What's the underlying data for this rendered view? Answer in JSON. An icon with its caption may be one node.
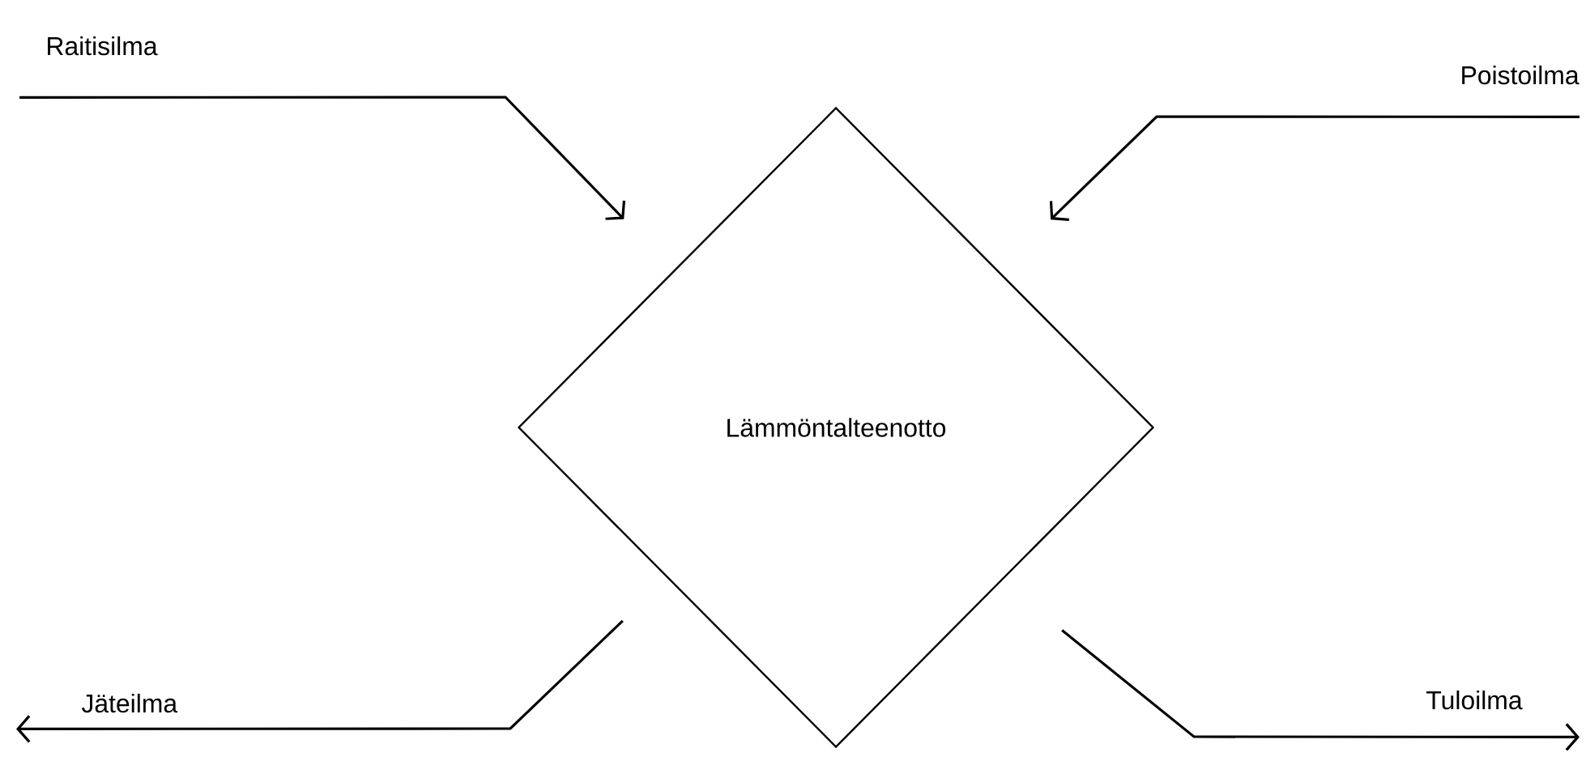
{
  "diagram": {
    "nodes": [
      {
        "text": [
          "Lämmöntalteenotto"
        ]
      },
      {
        "text": [
          "Raitisilma"
        ]
      },
      {
        "text": [
          "Poistoilma"
        ]
      },
      {
        "text": [
          "Jäteilma"
        ]
      },
      {
        "text": [
          "Tuloilma"
        ]
      }
    ],
    "edges": [
      {
        "from": 1,
        "to": 0,
        "arrow": "to"
      },
      {
        "from": 2,
        "to": 0,
        "arrow": "to"
      },
      {
        "from": 0,
        "to": 3,
        "arrow": "to"
      },
      {
        "from": 0,
        "to": 4,
        "arrow": "to"
      }
    ]
  }
}
